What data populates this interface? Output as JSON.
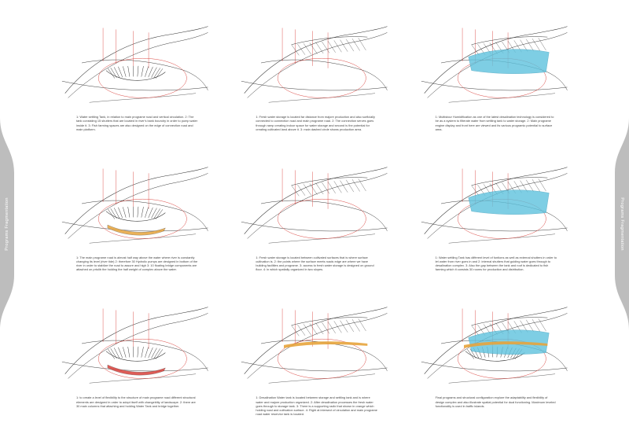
{
  "side_labels": {
    "left": "Programs Fragmentation",
    "right": "Programs Fragmentation"
  },
  "colors": {
    "tank_blue": "#5fc3de",
    "highlight_orange": "#e7a43c",
    "outline_red": "#d9403a",
    "line_black": "#333333",
    "tab_gray": "#bdbdbd"
  },
  "panels": [
    {
      "caption": "1: Water settling Tank, in relation to main programe road and vertical circulation. 2: The tank consisting 15 shutters that are located in river's bank boundry in order to pump water inside it. 3: Fish farming spaces are also designed on the edge of connection road and main platform.",
      "layers": {
        "seating": true,
        "seating_color": "none",
        "roof": false,
        "blue": false
      }
    },
    {
      "caption": "1: Fresh water storage is located far distance from majore production and also surficially connected to connection road and main programe road. 2: The connection serves goes through ramp creating indoor space for water storage and second is the potential for creating cultivated land above it. 3: main dashed circle shows production area.",
      "layers": {
        "seating": false,
        "seating_color": "none",
        "roof": true,
        "blue": false
      }
    },
    {
      "caption": "1: Multistour Humidification as one of the latest desalination technology is considered to be as a system to filterate water from settling tank to water storage. 2: Main programe engine display and front here are viewed and its various programic potential to surface area.",
      "layers": {
        "seating": false,
        "seating_color": "none",
        "roof": true,
        "blue": true
      }
    },
    {
      "caption": "1: The main programe road is almost half way above the water where river is constantly changing its level (river tide) 2: therefore 30 Hydrolic pumps are designed in bottom of the river in order to stablize the road to assure and high 3: 10 floating bridge components are attached on prtolib the holding the half weight of complex above the water.",
      "layers": {
        "seating": true,
        "seating_color": "orange",
        "roof": false,
        "blue": false
      }
    },
    {
      "caption": "1: Fresh water storage is located between cultivated surfaces that is where surface cultivation is. 2: the points where the surface meets roads edge are where we have building facilities and programe. 3: access to fresh water storage is designed on ground floor. 4: in which spatially organized in two slopes.",
      "layers": {
        "seating": false,
        "seating_color": "none",
        "roof": true,
        "blue": false
      }
    },
    {
      "caption": "1: Water settling Tank has different level of funtions as well as external shutters in order to let water from river goes in and 2: internal shutters that guiding water goes through to desalination complex. 3: Also the gap between the tank and roof is dedicated to fish farming which it consists 30 rooms for production and distribution.",
      "layers": {
        "seating": false,
        "seating_color": "none",
        "roof": true,
        "blue": true
      }
    },
    {
      "caption": "1: to create a level of flexibility to the structure of main programe road different structural elements are designed in order to adopt itself with changeblity of landscape. 2: there are 30 main columns that attaching and holding Water Tank and bridge together.",
      "layers": {
        "seating": true,
        "seating_color": "red",
        "roof": false,
        "blue": false
      }
    },
    {
      "caption": "1: Desalination Water tank is located between storage and settling tank and is where water and majore production organized. 2: After desalination processes the fresh water goes through to storage tank. 3: There is a supporting radix that shown in orange which holding road and cultivation surface. 4: Right at intersect of circulation and main programe road water reservior tank is located.",
      "layers": {
        "seating": false,
        "seating_color": "none",
        "roof": true,
        "blue": false,
        "orange_bar": true
      }
    },
    {
      "caption": "Final programs and structural configuration explore the adaptability and flexibility of design complex and also illustrate spatial potential for dual functioning. Maximum leveled functionality is used in traffic islands.",
      "layers": {
        "seating": true,
        "seating_color": "none",
        "roof": true,
        "blue": true,
        "orange_bar": true
      }
    }
  ]
}
